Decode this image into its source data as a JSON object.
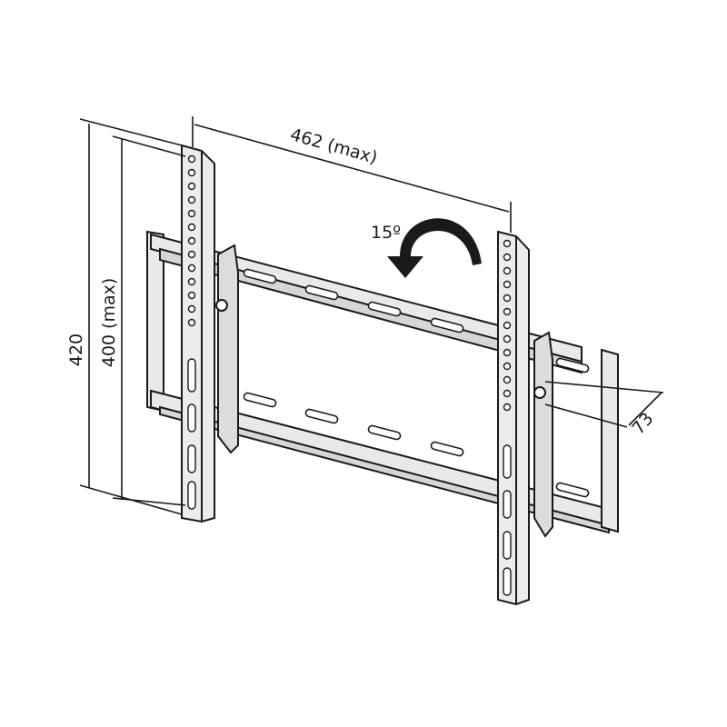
{
  "diagram": {
    "subject": "Tilting TV wall mount bracket",
    "colors": {
      "line": "#1a1a1a",
      "metal_fill": "#e9e9e9",
      "metal_shade": "#cfcfcf",
      "background": "#ffffff"
    },
    "dimensions": {
      "width": "462 (max)",
      "height_total": "420",
      "height_vesa": "400 (max)",
      "depth": "73",
      "tilt": "15º"
    }
  }
}
